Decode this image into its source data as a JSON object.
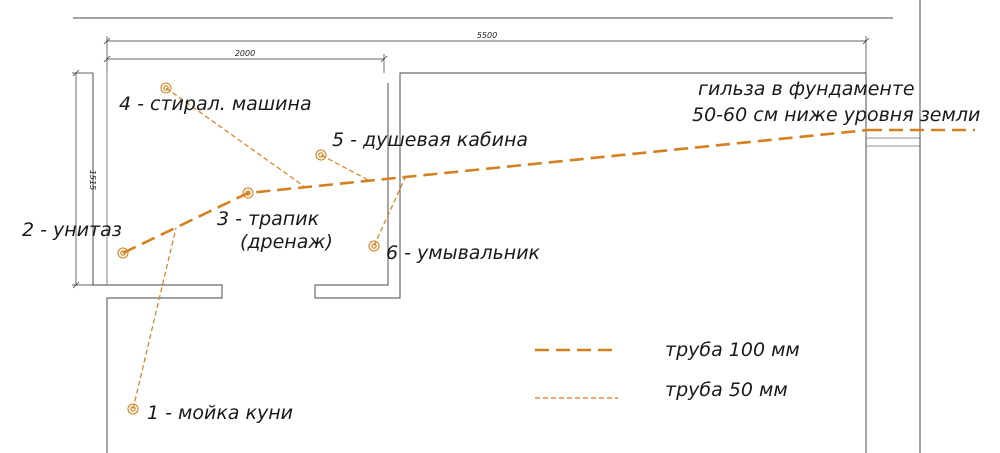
{
  "dimensions": {
    "total_width": "5500",
    "room_width": "2000",
    "room_depth": "1515"
  },
  "fixtures": {
    "f1": "1 - мойка куни",
    "f2": "2 - унитаз",
    "f3_line1": "3 - трапик",
    "f3_line2": "(дренаж)",
    "f4": "4 - стирал. машина",
    "f5": "5 - душевая кабина",
    "f6": "6 - умывальник"
  },
  "note": {
    "line1": "гильза в фундаменте",
    "line2": "50-60 см ниже уровня земли"
  },
  "legend": {
    "pipe_100": "труба 100 мм",
    "pipe_50": "труба 50 мм"
  },
  "colors": {
    "pipe": "#d4801e",
    "walls": "#555555"
  }
}
